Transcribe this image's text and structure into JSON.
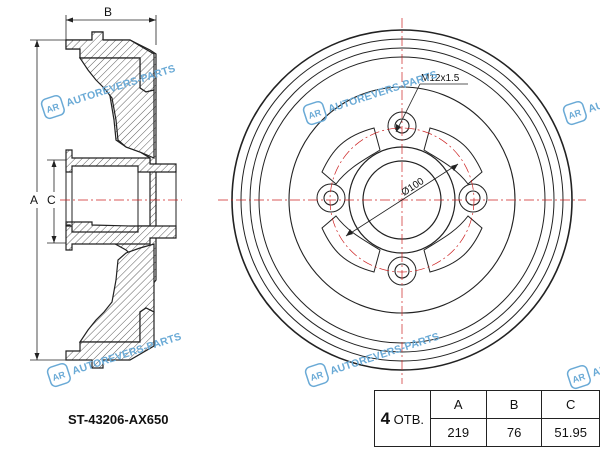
{
  "part_number": "ST-43206-AX650",
  "watermark": {
    "text": "AUTOREVERS-PARTS",
    "logo": "AR"
  },
  "side_view": {
    "dim_a": "A",
    "dim_b": "B",
    "dim_c": "C"
  },
  "front_view": {
    "thread_label": "M12x1.5",
    "pcd_label": "Ø100"
  },
  "table": {
    "holes_count": "4",
    "holes_unit": "ОТВ.",
    "headers": [
      "A",
      "B",
      "C"
    ],
    "values": [
      "219",
      "76",
      "51.95"
    ]
  },
  "colors": {
    "line": "#222222",
    "centerline": "#cc2222",
    "watermark": "#6aaad6"
  }
}
